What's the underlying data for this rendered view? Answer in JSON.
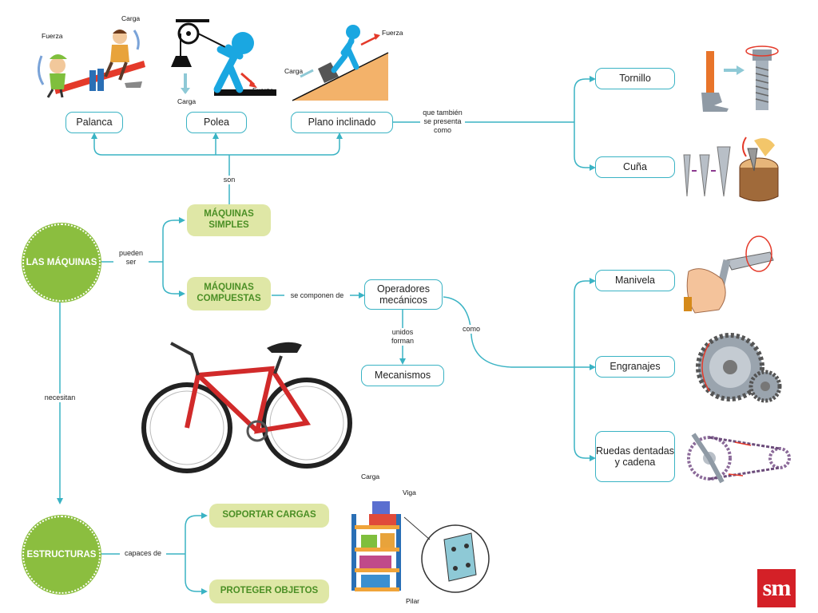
{
  "nodes": {
    "palanca": "Palanca",
    "polea": "Polea",
    "plano": "Plano inclinado",
    "tornillo": "Tornillo",
    "cuna": "Cuña",
    "simples": "MÁQUINAS SIMPLES",
    "compuestas": "MÁQUINAS COMPUESTAS",
    "operadores": "Operadores mecánicos",
    "mecanismos": "Mecanismos",
    "manivela": "Manivela",
    "engranajes": "Engranajes",
    "ruedas": "Ruedas dentadas y cadena",
    "soportar": "SOPORTAR CARGAS",
    "proteger": "PROTEGER OBJETOS",
    "maquinas": "LAS MÁQUINAS",
    "estructuras": "ESTRUCTURAS"
  },
  "links": {
    "son": "son",
    "pueden": "pueden ser",
    "componen": "se componen de",
    "unidos": "unidos forman",
    "como": "como",
    "tambien": "que también se presenta como",
    "necesitan": "necesitan",
    "capaces": "capaces de"
  },
  "illus": {
    "fuerza1": "Fuerza",
    "carga1": "Carga",
    "carga2": "Carga",
    "fuerza2": "Fuerza",
    "carga3": "Carga",
    "fuerza3": "Fuerza",
    "carga4": "Carga",
    "viga": "Viga",
    "pilar": "Pilar"
  },
  "logo": "sm",
  "colors": {
    "line": "#3ab3c4",
    "green_node": "#dfe7a6",
    "green_text": "#4b8f25",
    "circle": "#8bbe3f",
    "logo": "#d42027"
  }
}
